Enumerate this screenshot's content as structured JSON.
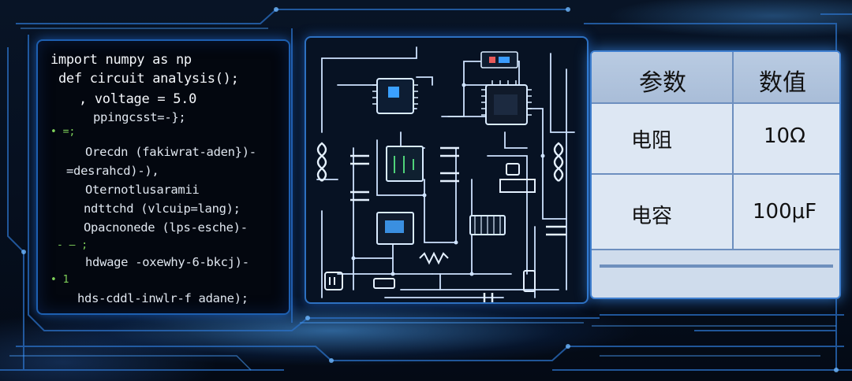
{
  "code": {
    "lines": [
      "import numpy as np",
      "def circuit analysis();",
      ", voltage = 5.0",
      "ppingcsst=-};",
      "Orecdn (fakiwrat-aden})-",
      "=desrahcd)-),",
      "Oternotlusaramii",
      "ndttchd (vlcuip=lang);",
      "Opacnonede (lps-esche)-",
      "hdwage -oxewhy-6-bkcj)-",
      "hds-cddl-inwlr-f adane);"
    ],
    "marks": [
      "• =;",
      "- — ;",
      "• 1"
    ]
  },
  "table": {
    "headers": [
      "参数",
      "数值"
    ],
    "rows": [
      [
        "电阻",
        "10Ω"
      ],
      [
        "电容",
        "100μF"
      ]
    ]
  },
  "colors": {
    "accent": "#2d7fe0",
    "code_green": "#7fd15a",
    "table_bg": "#dde7f3"
  }
}
